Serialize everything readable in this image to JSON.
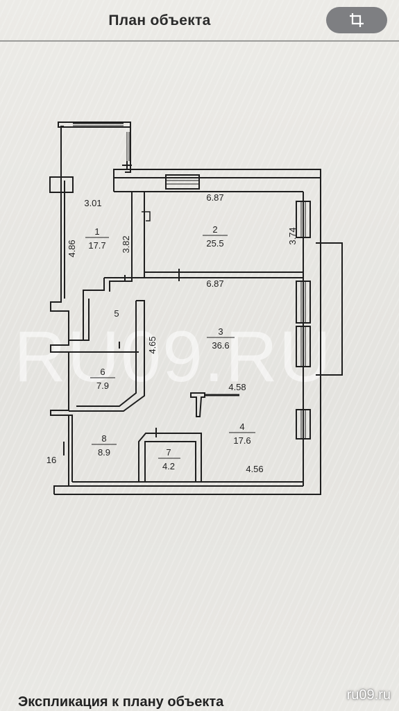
{
  "header": {
    "title": "План объекта",
    "crop_icon": "crop-icon"
  },
  "plan": {
    "rooms": [
      {
        "number": "1",
        "area": "17.7"
      },
      {
        "number": "2",
        "area": "25.5"
      },
      {
        "number": "3",
        "area": "36.6"
      },
      {
        "number": "4",
        "area": "17.6"
      },
      {
        "number": "5",
        "area": ""
      },
      {
        "number": "6",
        "area": "7.9"
      },
      {
        "number": "7",
        "area": "4.2"
      },
      {
        "number": "8",
        "area": "8.9"
      }
    ],
    "dimensions": {
      "room1_top": "3.01",
      "room1_left": "4.86",
      "room1_right": "3.82",
      "room2_top": "6.87",
      "room2_right": "3.74",
      "room2_bottom": "6.87",
      "corridor_height": "4.65",
      "room3_bottom": "4.58",
      "room4_bottom": "4.56",
      "left_edge": "16"
    }
  },
  "watermark": "RU09.RU",
  "footer": {
    "title": "Экспликация к плану объекта",
    "site": "ru09.ru"
  }
}
